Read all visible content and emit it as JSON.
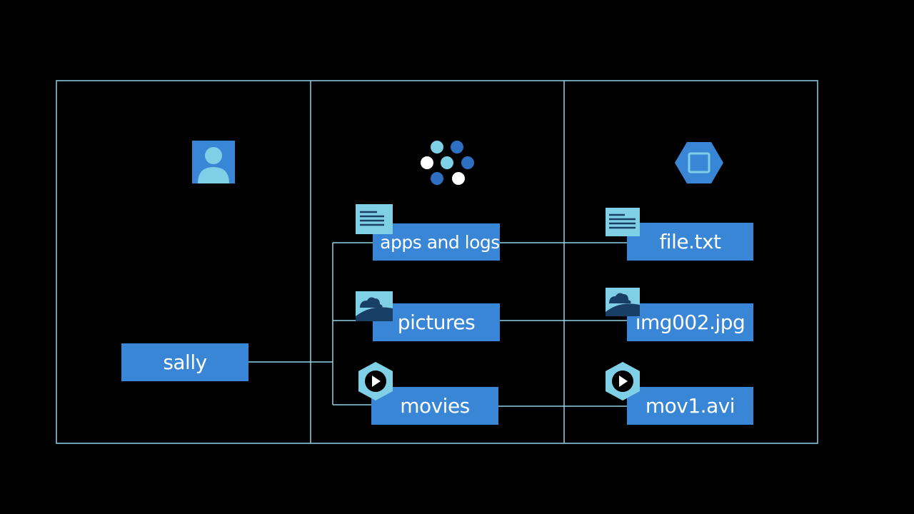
{
  "colors": {
    "background": "#000000",
    "frame": "#8fd3e8",
    "node_fill": "#3a86d6",
    "node_text": "#ffffff",
    "icon_light": "#7fcfe6",
    "icon_dark": "#2f6fc2"
  },
  "columns": [
    {
      "icon": "user-icon"
    },
    {
      "icon": "storage-account-icon"
    },
    {
      "icon": "container-icon"
    }
  ],
  "user": {
    "label": "sally"
  },
  "folders": [
    {
      "label": "apps and logs",
      "icon": "document-icon"
    },
    {
      "label": "pictures",
      "icon": "image-icon"
    },
    {
      "label": "movies",
      "icon": "video-icon"
    }
  ],
  "files": [
    {
      "label": "file.txt",
      "icon": "document-icon"
    },
    {
      "label": "img002.jpg",
      "icon": "image-icon"
    },
    {
      "label": "mov1.avi",
      "icon": "video-icon"
    }
  ]
}
